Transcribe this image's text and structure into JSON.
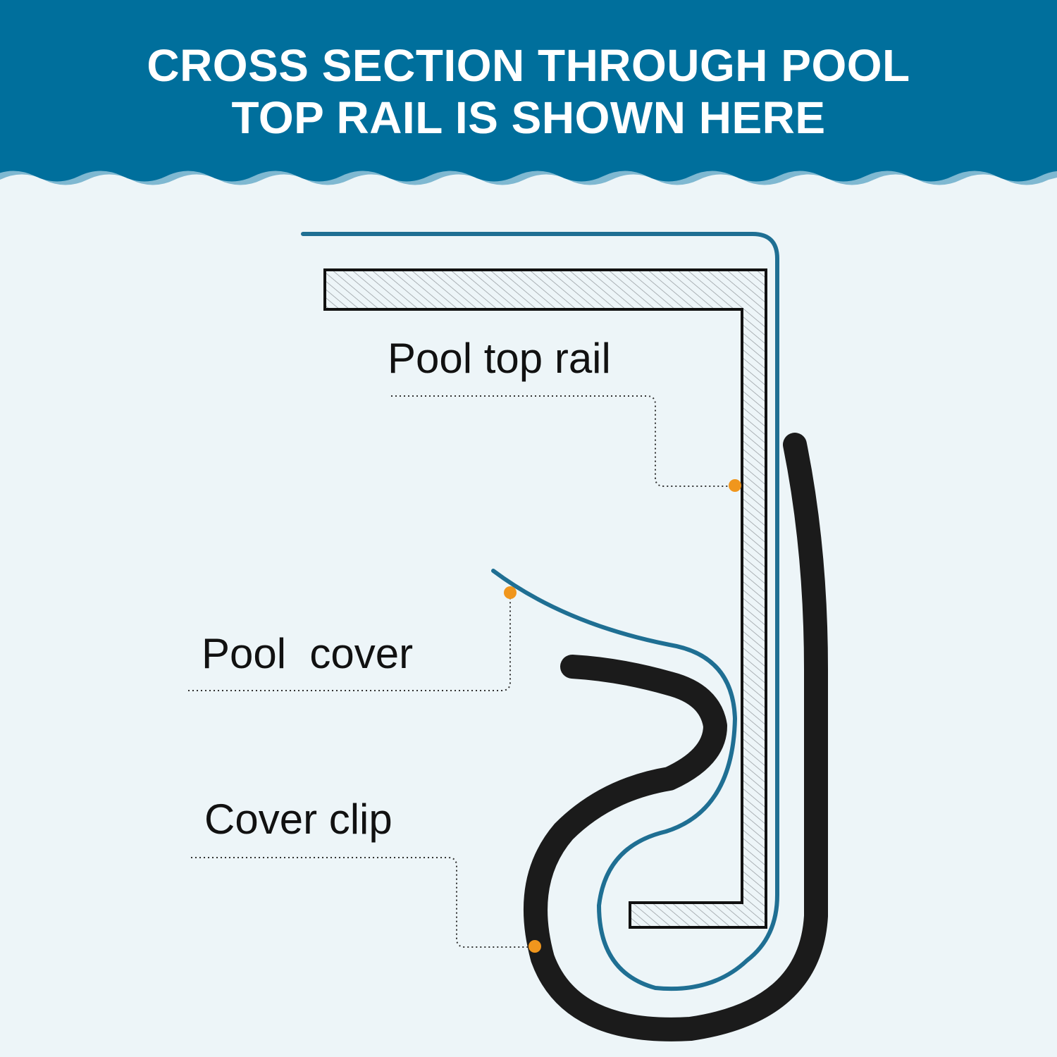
{
  "header": {
    "title_line1": "CROSS SECTION THROUGH POOL",
    "title_line2": "TOP RAIL IS SHOWN HERE"
  },
  "labels": {
    "top_rail": "Pool top rail",
    "pool_cover": "Pool  cover",
    "cover_clip": "Cover clip"
  },
  "colors": {
    "banner": "#006f9c",
    "background": "#edf5f8",
    "cover_line": "#1f6f93",
    "clip": "#1b1b1b",
    "marker": "#f0961d"
  }
}
